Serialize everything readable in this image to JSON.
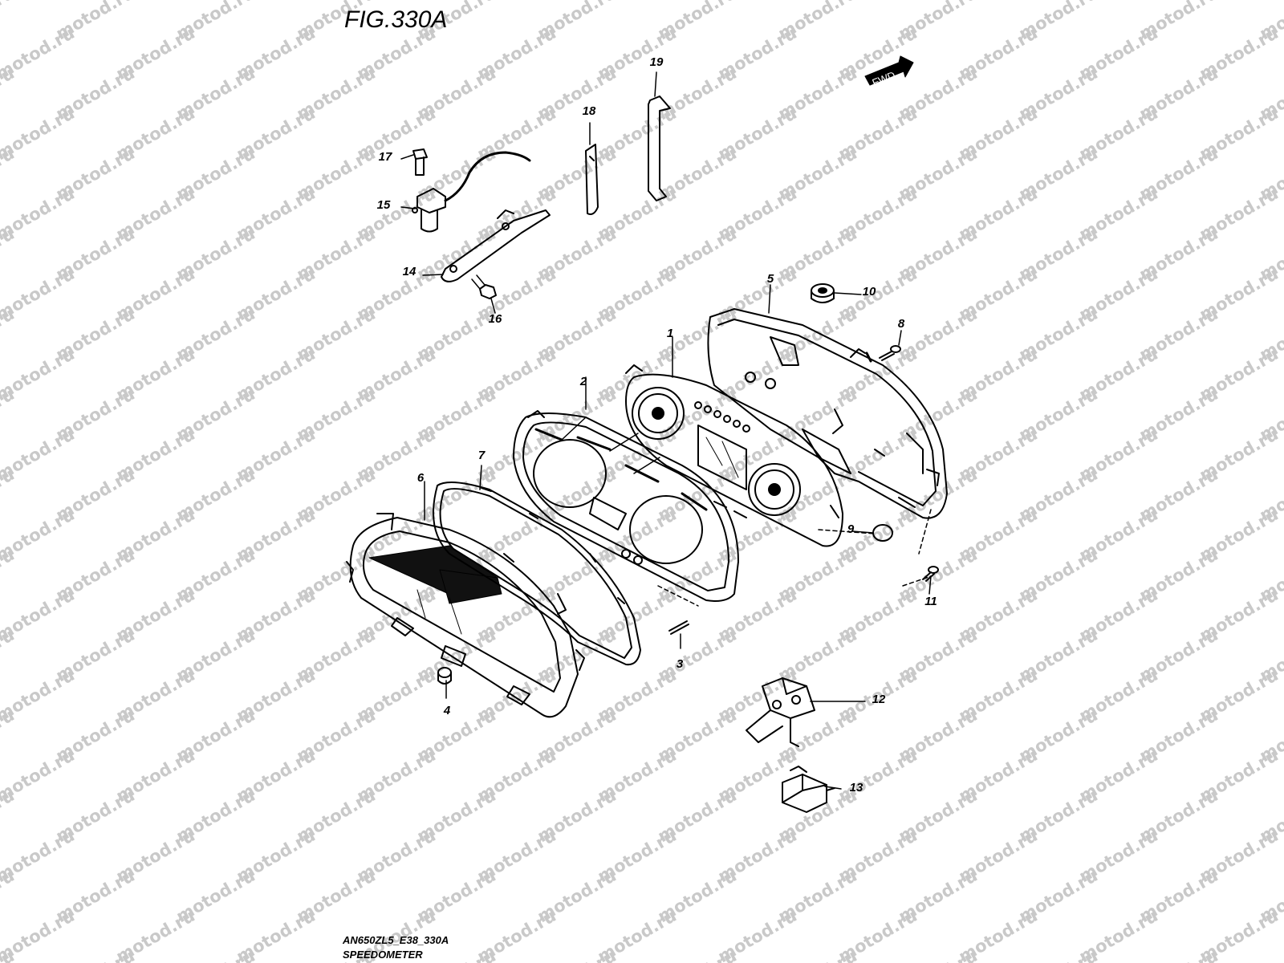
{
  "figure": {
    "title": "FIG.330A",
    "model_code": "AN650ZL5_E38_330A",
    "caption": "SPEEDOMETER",
    "direction_badge": "FWD"
  },
  "watermark": {
    "text": "motod.ru",
    "color": "#c9c9c9"
  },
  "callouts": [
    "1",
    "2",
    "3",
    "4",
    "5",
    "6",
    "7",
    "8",
    "9",
    "10",
    "11",
    "12",
    "13",
    "14",
    "15",
    "16",
    "17",
    "18",
    "19"
  ],
  "icons": {
    "direction": "forward-arrow-icon"
  }
}
